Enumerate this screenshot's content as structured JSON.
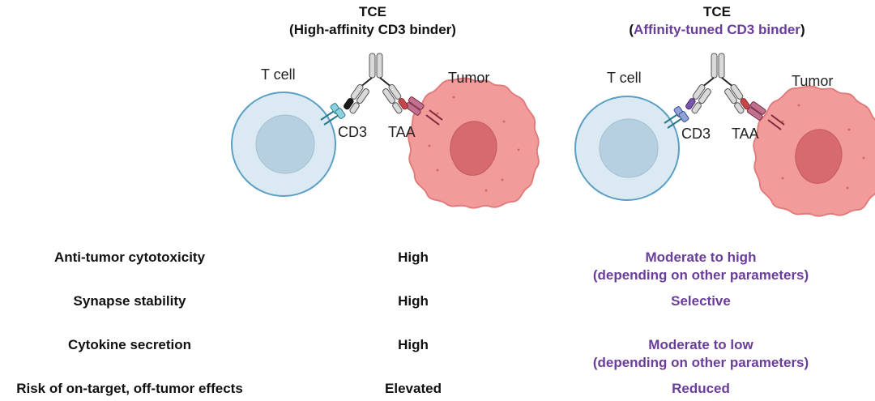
{
  "panels": [
    {
      "title": "TCE",
      "subtitle": "(High-affinity CD3 binder)",
      "tcell_label": "T cell",
      "tumor_label": "Tumor",
      "cd3_label": "CD3",
      "taa_label": "TAA"
    },
    {
      "title": "TCE",
      "subtitle_open": "(",
      "subtitle": "Affinity-tuned CD3 binder",
      "subtitle_close": ")",
      "tcell_label": "T cell",
      "tumor_label": "Tumor",
      "cd3_label": "CD3",
      "taa_label": "TAA"
    }
  ],
  "rows": [
    {
      "label": "Anti-tumor cytotoxicity",
      "high": "High",
      "tuned_line1": "Moderate to high",
      "tuned_line2": "(depending on other parameters)"
    },
    {
      "label": "Synapse stability",
      "high": "High",
      "tuned_line1": "Selective",
      "tuned_line2": ""
    },
    {
      "label": "Cytokine secretion",
      "high": "High",
      "tuned_line1": "Moderate to low",
      "tuned_line2": "(depending on other parameters)"
    },
    {
      "label": "Risk of on-target, off-tumor effects",
      "high": "Elevated",
      "tuned_line1": "Reduced",
      "tuned_line2": ""
    }
  ],
  "colors": {
    "tcell_outer": "#dbe9f2",
    "tcell_ring": "#5a9fc4",
    "tcell_nucleus": "#b7d0df",
    "tumor_body": "#f29b9b",
    "tumor_edge": "#e07b7b",
    "tumor_nucleus": "#d66a6e",
    "antibody_grey": "#d9d9d9",
    "cd3_binder_high": "#1a1a1a",
    "cd3_binder_tuned": "#7a56a8",
    "taa_binder": "#c6474b",
    "accent_purple": "#6a3d9a"
  }
}
